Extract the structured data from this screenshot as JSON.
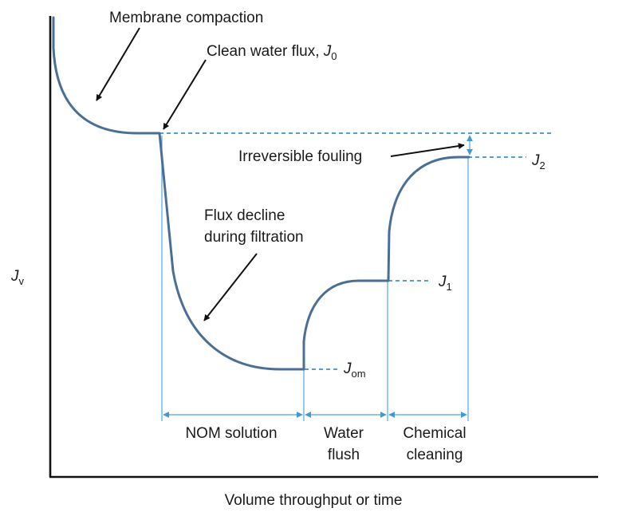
{
  "diagram": {
    "y_axis_label": {
      "main": "J",
      "sub": "v"
    },
    "x_axis_label": "Volume throughput or time",
    "annotations": {
      "membrane_compaction": "Membrane compaction",
      "clean_water_flux": {
        "text": "Clean water flux, ",
        "symbol": "J",
        "sub": "0"
      },
      "irreversible_fouling": "Irreversible fouling",
      "flux_decline_line1": "Flux decline",
      "flux_decline_line2": "during filtration"
    },
    "flux_levels": {
      "j_om": {
        "symbol": "J",
        "sub": "om"
      },
      "j1": {
        "symbol": "J",
        "sub": "1"
      },
      "j2": {
        "symbol": "J",
        "sub": "2"
      }
    },
    "phases": {
      "nom_solution": "NOM solution",
      "water_flush_line1": "Water",
      "water_flush_line2": "flush",
      "chemical_cleaning_line1": "Chemical",
      "chemical_cleaning_line2": "cleaning"
    },
    "colors": {
      "curve": "#4a6f97",
      "dashed_levels": "#3f8fd0",
      "guides": "#4fa8dc",
      "text": "#1a1a1a"
    }
  }
}
